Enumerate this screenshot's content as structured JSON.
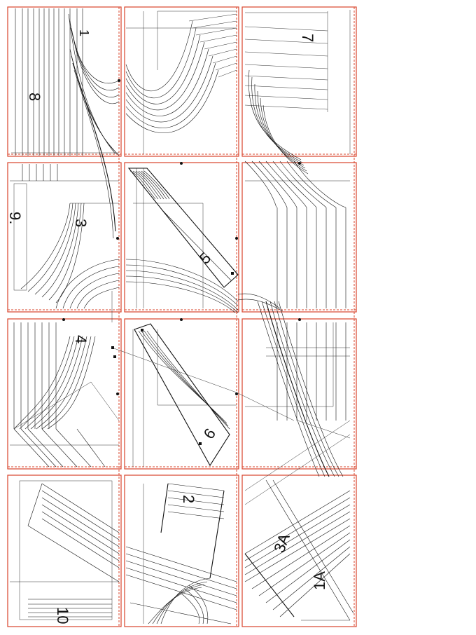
{
  "sheet": {
    "kind": "tiled sewing pattern layout",
    "tile_grid": {
      "columns": 3,
      "rows": 4
    },
    "frame_color": "#d9442b",
    "line_color": "#111111"
  },
  "pieces": [
    {
      "id": "piece-1",
      "label": "1"
    },
    {
      "id": "piece-2",
      "label": "2"
    },
    {
      "id": "piece-3",
      "label": "3"
    },
    {
      "id": "piece-1a",
      "label": "1A"
    },
    {
      "id": "piece-3a",
      "label": "3A"
    },
    {
      "id": "piece-4",
      "label": "4"
    },
    {
      "id": "piece-5",
      "label": "5"
    },
    {
      "id": "piece-6",
      "label": "6"
    },
    {
      "id": "piece-7",
      "label": "7"
    },
    {
      "id": "piece-8",
      "label": "8"
    },
    {
      "id": "piece-9",
      "label": "9."
    },
    {
      "id": "piece-10",
      "label": "10"
    }
  ]
}
